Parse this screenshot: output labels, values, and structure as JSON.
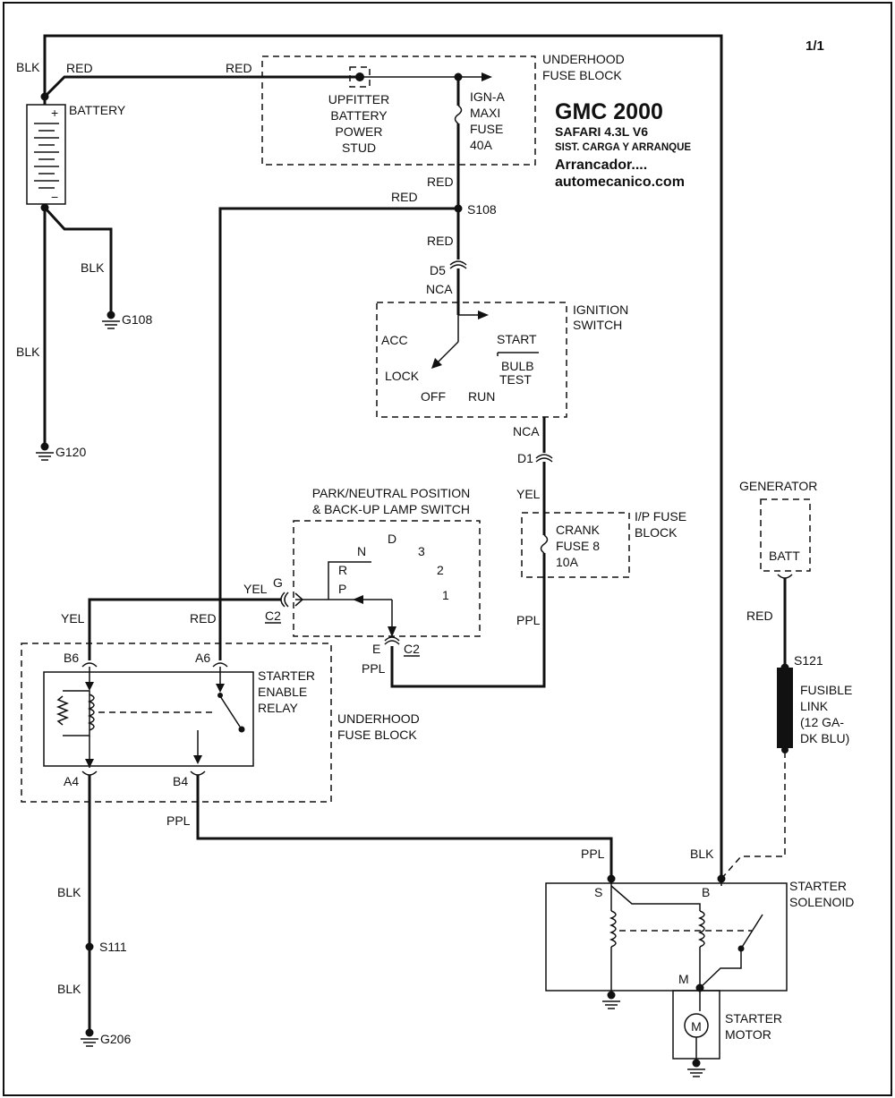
{
  "page_number": "1/1",
  "title": {
    "line1": "GMC 2000",
    "line2": "SAFARI  4.3L  V6",
    "line3": "SIST. CARGA Y ARRANQUE",
    "line4": "Arrancador....",
    "line5": "automecanico.com"
  },
  "wires": {
    "blk": "BLK",
    "red": "RED",
    "yel": "YEL",
    "ppl": "PPL",
    "nca": "NCA"
  },
  "battery": {
    "label": "BATTERY",
    "plus": "+",
    "minus": "−"
  },
  "grounds": {
    "g108": "G108",
    "g120": "G120",
    "g206": "G206"
  },
  "fuse_block_top": {
    "name_line1": "UNDERHOOD",
    "name_line2": "FUSE BLOCK",
    "stud_line1": "UPFITTER",
    "stud_line2": "BATTERY",
    "stud_line3": "POWER",
    "stud_line4": "STUD",
    "fuse_line1": "IGN-A",
    "fuse_line2": "MAXI",
    "fuse_line3": "FUSE",
    "fuse_line4": "40A"
  },
  "splices": {
    "s108": "S108",
    "s111": "S111",
    "s121": "S121"
  },
  "connectors": {
    "d5": "D5",
    "d1": "D1",
    "c2": "C2",
    "g": "G",
    "e": "E"
  },
  "ignition_switch": {
    "name_line1": "IGNITION",
    "name_line2": "SWITCH",
    "acc": "ACC",
    "lock": "LOCK",
    "off": "OFF",
    "run": "RUN",
    "start": "START",
    "bulb": "BULB",
    "test": "TEST"
  },
  "ip_fuse_block": {
    "name_line1": "I/P FUSE",
    "name_line2": "BLOCK",
    "fuse_line1": "CRANK",
    "fuse_line2": "FUSE 8",
    "fuse_line3": "10A"
  },
  "pnp_switch": {
    "name_line1": "PARK/NEUTRAL POSITION",
    "name_line2": "& BACK-UP LAMP SWITCH",
    "d": "D",
    "n": "N",
    "r": "R",
    "p": "P",
    "three": "3",
    "two": "2",
    "one": "1"
  },
  "relay": {
    "name_line1": "STARTER",
    "name_line2": "ENABLE",
    "name_line3": "RELAY",
    "b6": "B6",
    "a6": "A6",
    "a4": "A4",
    "b4": "B4",
    "block_line1": "UNDERHOOD",
    "block_line2": "FUSE BLOCK"
  },
  "generator": {
    "name": "GENERATOR",
    "batt": "BATT"
  },
  "fusible_link": {
    "line1": "FUSIBLE",
    "line2": "LINK",
    "line3": "(12 GA-",
    "line4": "DK BLU)"
  },
  "solenoid": {
    "name_line1": "STARTER",
    "name_line2": "SOLENOID",
    "s": "S",
    "b": "B",
    "m": "M"
  },
  "motor": {
    "symbol": "M",
    "name_line1": "STARTER",
    "name_line2": "MOTOR"
  }
}
